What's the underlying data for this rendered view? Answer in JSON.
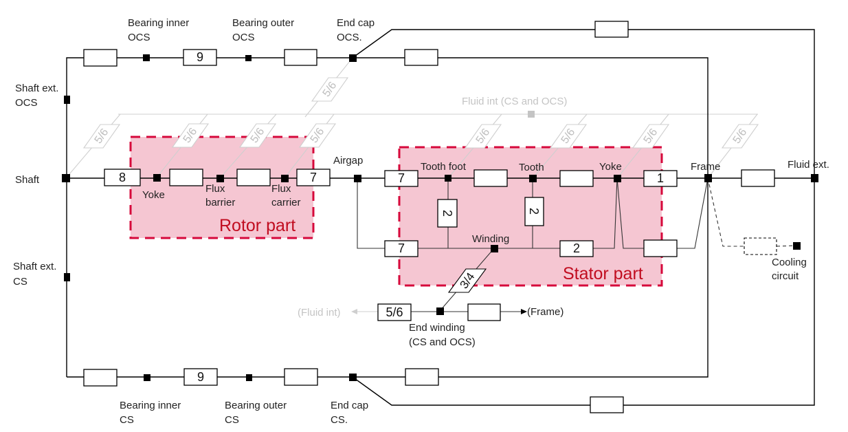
{
  "title": "Thermal network of electric machine",
  "labels": {
    "bearing_inner_ocs": {
      "line1": "Bearing inner",
      "line2": "OCS"
    },
    "bearing_outer_ocs": {
      "line1": "Bearing outer",
      "line2": "OCS"
    },
    "end_cap_ocs": {
      "line1": "End cap",
      "line2": "OCS."
    },
    "shaft_ext_ocs": {
      "line1": "Shaft ext.",
      "line2": "OCS"
    },
    "shaft": "Shaft",
    "shaft_ext_cs": {
      "line1": "Shaft ext.",
      "line2": "CS"
    },
    "bearing_inner_cs": {
      "line1": "Bearing inner",
      "line2": "CS"
    },
    "bearing_outer_cs": {
      "line1": "Bearing outer",
      "line2": "CS"
    },
    "end_cap_cs": {
      "line1": "End cap",
      "line2": "CS."
    },
    "rotor_yoke": "Yoke",
    "flux_barrier": {
      "line1": "Flux",
      "line2": "barrier"
    },
    "flux_carrier": {
      "line1": "Flux",
      "line2": "carrier"
    },
    "airgap": "Airgap",
    "tooth_foot": "Tooth foot",
    "tooth": "Tooth",
    "stator_yoke": "Yoke",
    "frame": "Frame",
    "fluid_ext": "Fluid ext.",
    "winding": "Winding",
    "end_winding": {
      "line1": "End winding",
      "line2": "(CS and OCS)"
    },
    "cooling_circuit": {
      "line1": "Cooling",
      "line2": "circuit"
    },
    "fluid_int": "Fluid int (CS and OCS)",
    "fluid_int_ref": "(Fluid int)",
    "frame_ref": "(Frame)"
  },
  "regions": {
    "rotor": "Rotor part",
    "stator": "Stator part"
  },
  "resistances": {
    "bearing_ocs": "9",
    "bearing_cs": "9",
    "shaft_rotor_yoke": "8",
    "flux_carrier_airgap": "7",
    "airgap_tooth_foot": "7",
    "airgap_winding": "7",
    "tooth_foot_winding": "2",
    "tooth_winding": "2",
    "winding_yoke": "2",
    "yoke_frame": "1",
    "end_winding_fluid": "5/6",
    "winding_end_winding": "3/4",
    "convection": "5/6"
  },
  "colors": {
    "region_border": "#d6083b",
    "region_fill": "#f5c6d2",
    "region_text": "#c10d20",
    "fluid_links": "#cfcfcf"
  }
}
